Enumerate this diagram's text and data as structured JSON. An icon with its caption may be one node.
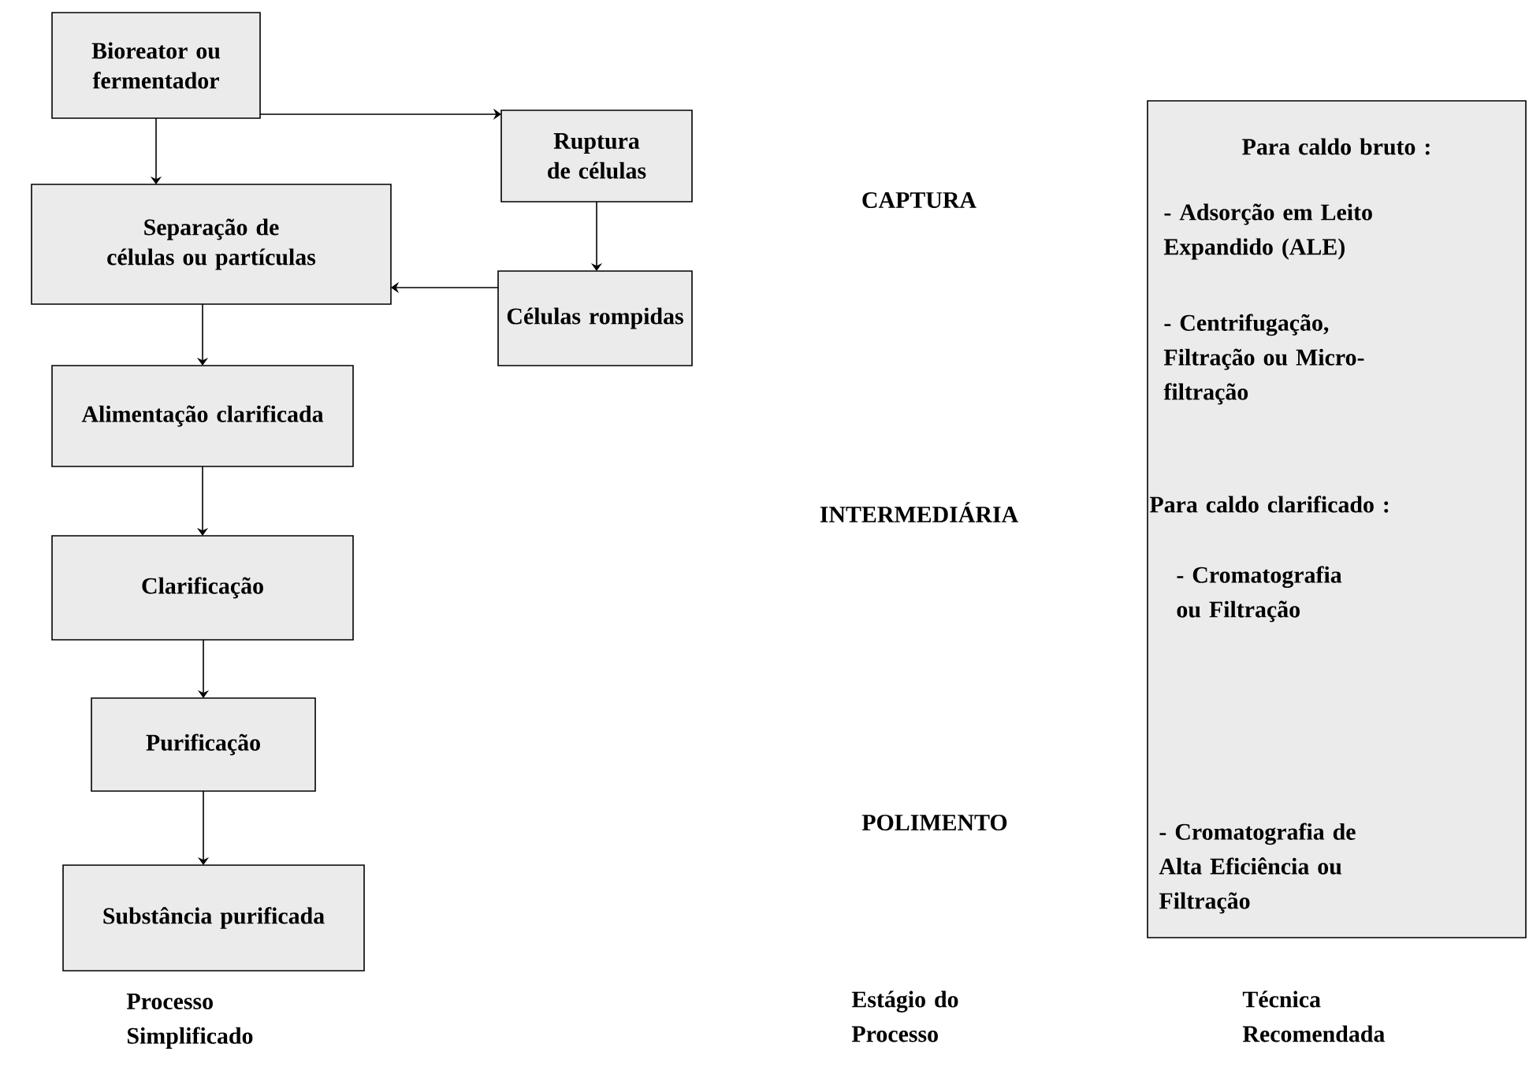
{
  "diagram": {
    "nodes": [
      {
        "text": [
          "Bioreator ou fermentador"
        ]
      },
      {
        "text": [
          "Ruptura de células"
        ]
      },
      {
        "text": [
          "Separação de células ou partículas"
        ]
      },
      {
        "text": [
          "Células rompidas"
        ]
      },
      {
        "text": [
          "Alimentação clarificada"
        ]
      },
      {
        "text": [
          "Clarificação"
        ]
      },
      {
        "text": [
          "Purificação"
        ]
      },
      {
        "text": [
          "Substância purificada"
        ]
      },
      {
        "text": [
          "Para caldo bruto :",
          "- Adsorção em Leito Expandido (ALE)",
          "- Centrifugação, Filtração ou Micro-filtração",
          "Para caldo clarificado :",
          "- Cromatografia ou Filtração",
          "- Cromatografia de Alta Eficiência ou Filtração"
        ]
      }
    ],
    "edges": [
      {
        "from": 0,
        "to": 2,
        "arrow": "to"
      },
      {
        "from": 0,
        "to": 1,
        "arrow": "to"
      },
      {
        "from": 1,
        "to": 3,
        "arrow": "to"
      },
      {
        "from": 3,
        "to": 2,
        "arrow": "to"
      },
      {
        "from": 2,
        "to": 4,
        "arrow": "to"
      },
      {
        "from": 4,
        "to": 5,
        "arrow": "to"
      },
      {
        "from": 5,
        "to": 6,
        "arrow": "to"
      },
      {
        "from": 6,
        "to": 7,
        "arrow": "to"
      }
    ],
    "labels": [
      "CAPTURA",
      "INTERMEDIÁRIA",
      "POLIMENTO",
      "Processo Simplificado",
      "Estágio do Processo",
      "Técnica Recomendada"
    ]
  }
}
